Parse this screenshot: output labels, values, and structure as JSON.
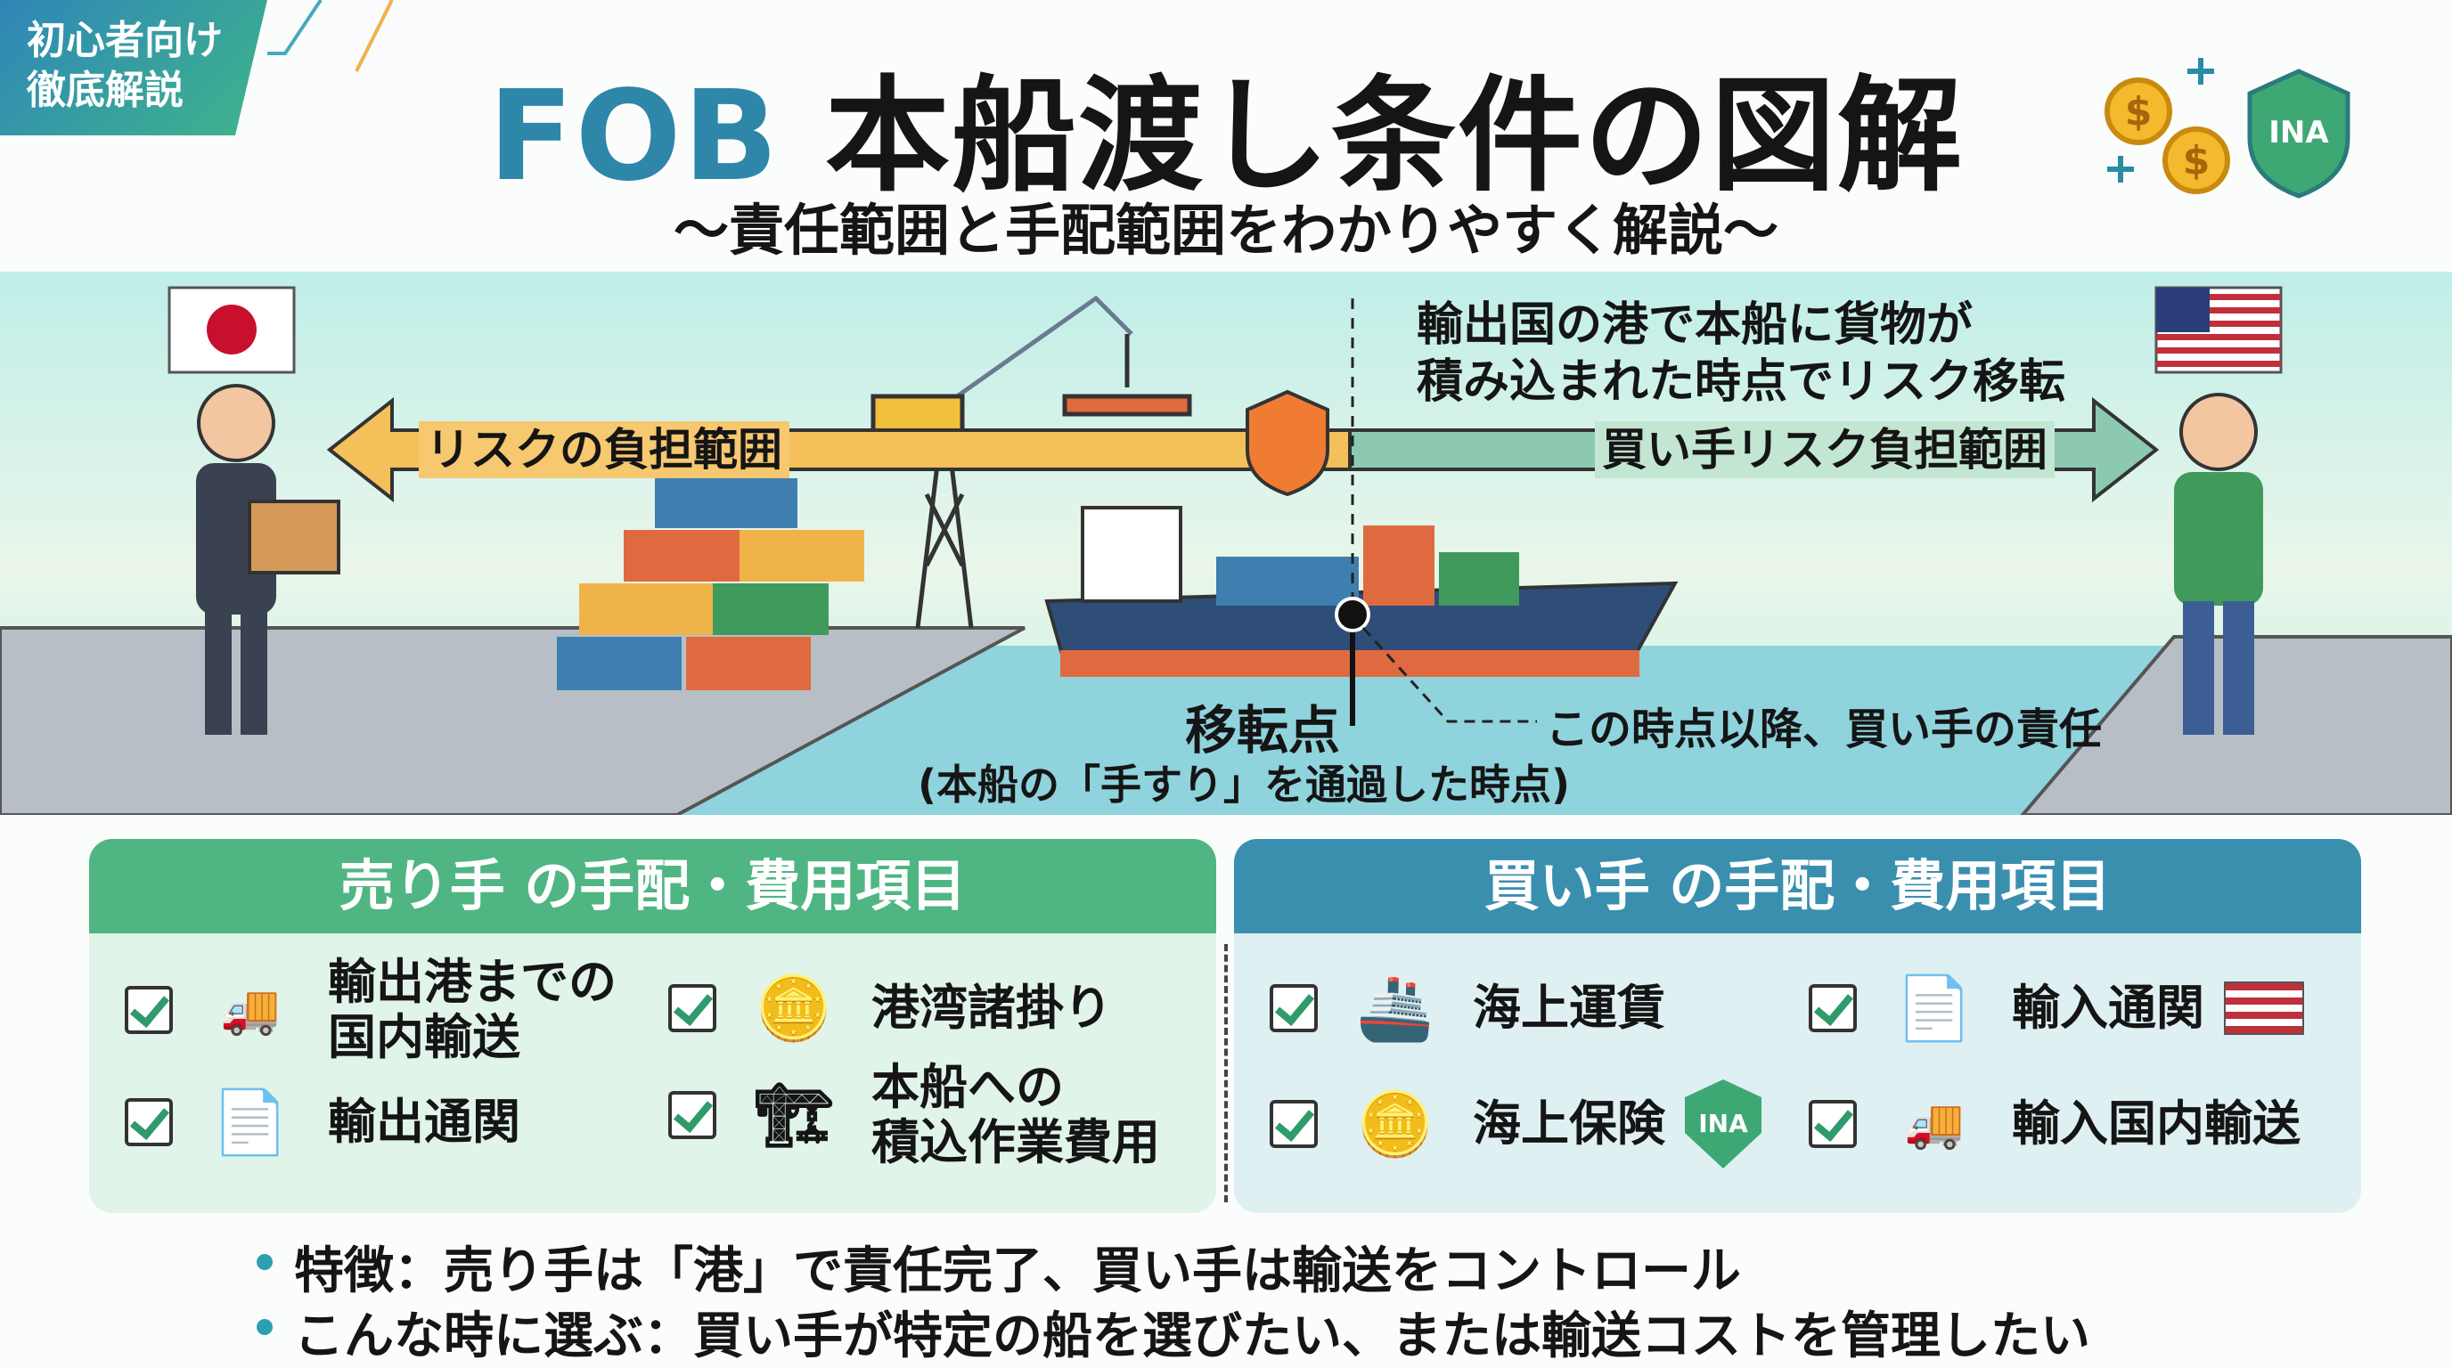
{
  "badge": {
    "line1": "初心者向け",
    "line2": "徹底解説"
  },
  "header": {
    "title_accent": "FOB",
    "title_main": " 本船渡し条件の図解",
    "subtitle": "〜責任範囲と手配範囲をわかりやすく解説〜",
    "shield_label": "INA"
  },
  "scene": {
    "seller_risk": "リスクの負担範囲",
    "buyer_risk": "買い手リスク負担範囲",
    "transfer_note_1": "輸出国の港で本船に貨物が",
    "transfer_note_2": "積み込まれた時点でリスク移転",
    "transfer_point": "移転点",
    "transfer_point_sub": "(本船の「手すり」を通過した時点)",
    "after_note": "この時点以降、買い手の責任"
  },
  "seller_panel": {
    "title": "売り手 の手配・費用項目",
    "items": [
      {
        "label": "輸出港までの\n国内輸送",
        "icon": "truck-icon"
      },
      {
        "label": "港湾諸掛り",
        "icon": "coins-icon"
      },
      {
        "label": "輸出通関",
        "icon": "document-check-icon"
      },
      {
        "label": "本船への\n積込作業費用",
        "icon": "crane-icon"
      }
    ]
  },
  "buyer_panel": {
    "title": "買い手 の手配・費用項目",
    "items": [
      {
        "label": "海上運賃",
        "icon": "ship-icon"
      },
      {
        "label": "輸入通関",
        "icon": "document-icon"
      },
      {
        "label": "海上保険",
        "icon": "coins-shield-icon",
        "badge": "INA"
      },
      {
        "label": "輸入国内輸送",
        "icon": "truck-usa-icon"
      }
    ]
  },
  "bullets": [
    "特徴：売り手は「港」で責任完了、買い手は輸送をコントロール",
    "こんな時に選ぶ：買い手が特定の船を選びたい、または輸送コストを管理したい"
  ],
  "colors": {
    "accent": "#2e87a8",
    "seller": "#4fb583",
    "buyer": "#3a8fae"
  }
}
